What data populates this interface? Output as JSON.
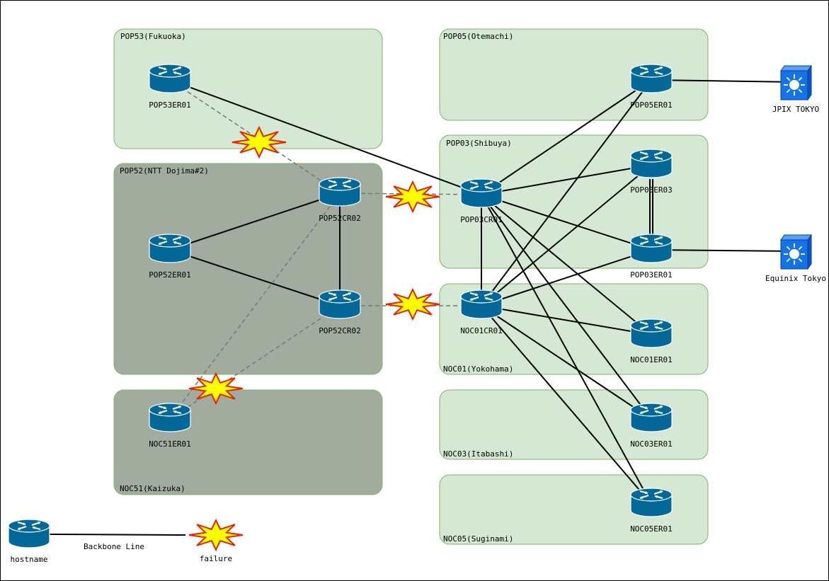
{
  "sites": [
    {
      "id": "pop53",
      "label": "POP53(Fukuoka)",
      "fill": "#d5e8d4",
      "stroke": "#82b366"
    },
    {
      "id": "pop52",
      "label": "POP52(NTT Dojima#2)",
      "fill": "#a2ac9e",
      "stroke": "#82b366"
    },
    {
      "id": "noc51",
      "label": "NOC51(Kaizuka)",
      "fill": "#a2ac9e",
      "stroke": "#82b366"
    },
    {
      "id": "pop05",
      "label": "POP05(Otemachi)",
      "fill": "#d5e8d4",
      "stroke": "#82b366"
    },
    {
      "id": "pop03",
      "label": "POP03(Shibuya)",
      "fill": "#d5e8d4",
      "stroke": "#82b366"
    },
    {
      "id": "noc01",
      "label": "NOC01(Yokohama)",
      "fill": "#d5e8d4",
      "stroke": "#82b366"
    },
    {
      "id": "noc03",
      "label": "NOC03(Itabashi)",
      "fill": "#d5e8d4",
      "stroke": "#82b366"
    },
    {
      "id": "noc05",
      "label": "NOC05(Suginami)",
      "fill": "#d5e8d4",
      "stroke": "#82b366"
    }
  ],
  "routers": [
    {
      "id": "pop53er01",
      "label": "POP53ER01"
    },
    {
      "id": "pop52er01",
      "label": "POP52ER01"
    },
    {
      "id": "pop52cr02a",
      "label": "POP52CR02"
    },
    {
      "id": "pop52cr02b",
      "label": "POP52CR02"
    },
    {
      "id": "noc51er01",
      "label": "NOC51ER01"
    },
    {
      "id": "pop05er01",
      "label": "POP05ER01"
    },
    {
      "id": "pop03cr01",
      "label": "POP03CR01"
    },
    {
      "id": "pop03er03",
      "label": "POP03ER03"
    },
    {
      "id": "pop03er01",
      "label": "POP03ER01"
    },
    {
      "id": "noc01cr01",
      "label": "NOC01CR01"
    },
    {
      "id": "noc01er01",
      "label": "NOC01ER01"
    },
    {
      "id": "noc03er01",
      "label": "NOC03ER01"
    },
    {
      "id": "noc05er01",
      "label": "NOC05ER01"
    }
  ],
  "exchanges": [
    {
      "id": "jpix",
      "label": "JPIX TOKYO"
    },
    {
      "id": "equinix",
      "label": "Equinix Tokyo"
    }
  ],
  "links": [
    {
      "from": "pop53er01",
      "to": "pop03cr01",
      "style": "solid"
    },
    {
      "from": "pop52er01",
      "to": "pop52cr02a",
      "style": "solid"
    },
    {
      "from": "pop52er01",
      "to": "pop52cr02b",
      "style": "solid"
    },
    {
      "from": "pop52cr02a",
      "to": "pop52cr02b",
      "style": "solid"
    },
    {
      "from": "pop03cr01",
      "to": "noc01cr01",
      "style": "solid"
    },
    {
      "from": "pop05er01",
      "to": "jpix",
      "style": "solid"
    },
    {
      "from": "pop03er01",
      "to": "equinix",
      "style": "solid"
    },
    {
      "from": "pop03er03",
      "to": "pop03er01",
      "style": "double"
    },
    {
      "from": "pop03cr01",
      "to": "pop05er01",
      "style": "solid"
    },
    {
      "from": "pop03cr01",
      "to": "pop03er03",
      "style": "solid"
    },
    {
      "from": "pop03cr01",
      "to": "pop03er01",
      "style": "solid"
    },
    {
      "from": "pop03cr01",
      "to": "noc01er01",
      "style": "solid"
    },
    {
      "from": "pop03cr01",
      "to": "noc03er01",
      "style": "solid"
    },
    {
      "from": "pop03cr01",
      "to": "noc05er01",
      "style": "solid"
    },
    {
      "from": "noc01cr01",
      "to": "pop05er01",
      "style": "solid"
    },
    {
      "from": "noc01cr01",
      "to": "pop03er03",
      "style": "solid"
    },
    {
      "from": "noc01cr01",
      "to": "pop03er01",
      "style": "solid"
    },
    {
      "from": "noc01cr01",
      "to": "noc01er01",
      "style": "solid"
    },
    {
      "from": "noc01cr01",
      "to": "noc03er01",
      "style": "solid"
    },
    {
      "from": "noc01cr01",
      "to": "noc05er01",
      "style": "solid"
    },
    {
      "from": "pop53er01",
      "to": "pop52cr02a",
      "style": "dashed"
    },
    {
      "from": "pop52cr02a",
      "to": "pop03cr01",
      "style": "dashed"
    },
    {
      "from": "pop52cr02b",
      "to": "noc01cr01",
      "style": "dashed"
    },
    {
      "from": "noc51er01",
      "to": "pop52cr02a",
      "style": "dashed"
    },
    {
      "from": "noc51er01",
      "to": "pop52cr02b",
      "style": "dashed"
    }
  ],
  "failures": [
    "f1",
    "f2",
    "f3",
    "f4"
  ],
  "legend": {
    "router_label": "hostname",
    "line_label": "Backbone Line",
    "failure_label": "failure"
  },
  "colors": {
    "router": "#036897",
    "exchange": "#1473e6",
    "failure_fill": "#ffff00",
    "failure_stroke": "#e62200",
    "dashed_link": "#777777"
  }
}
